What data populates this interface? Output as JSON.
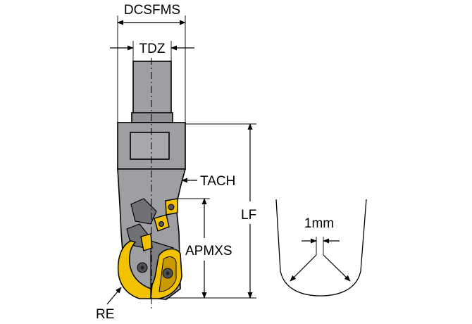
{
  "labels": {
    "dcsfms": "DCSFMS",
    "tdz": "TDZ",
    "tach": "TACH",
    "lf": "LF",
    "apmxs": "APMXS",
    "re": "RE",
    "detail": "1mm"
  },
  "colors": {
    "body_gray": "#9d9fa2",
    "body_dark": "#7d7f82",
    "insert_yellow": "#f2c200",
    "insert_dark": "#c89a00",
    "outline": "#000000"
  }
}
